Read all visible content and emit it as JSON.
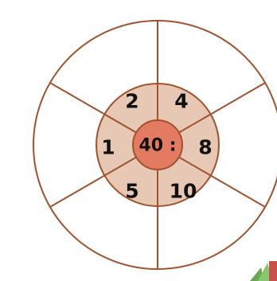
{
  "center": {
    "label": "40 :"
  },
  "inner_numbers": [
    "2",
    "4",
    "8",
    "10",
    "5",
    "1"
  ],
  "answers": [
    "",
    "",
    "",
    "",
    "",
    ""
  ],
  "colors": {
    "line": "#a0522d",
    "inner_ring": "#e6c8b4",
    "center": "#e27b5f",
    "outer_ring": "#ffffff",
    "text": "#111111",
    "decor_red": "#c9504b",
    "decor_green": "#6aa84f"
  }
}
